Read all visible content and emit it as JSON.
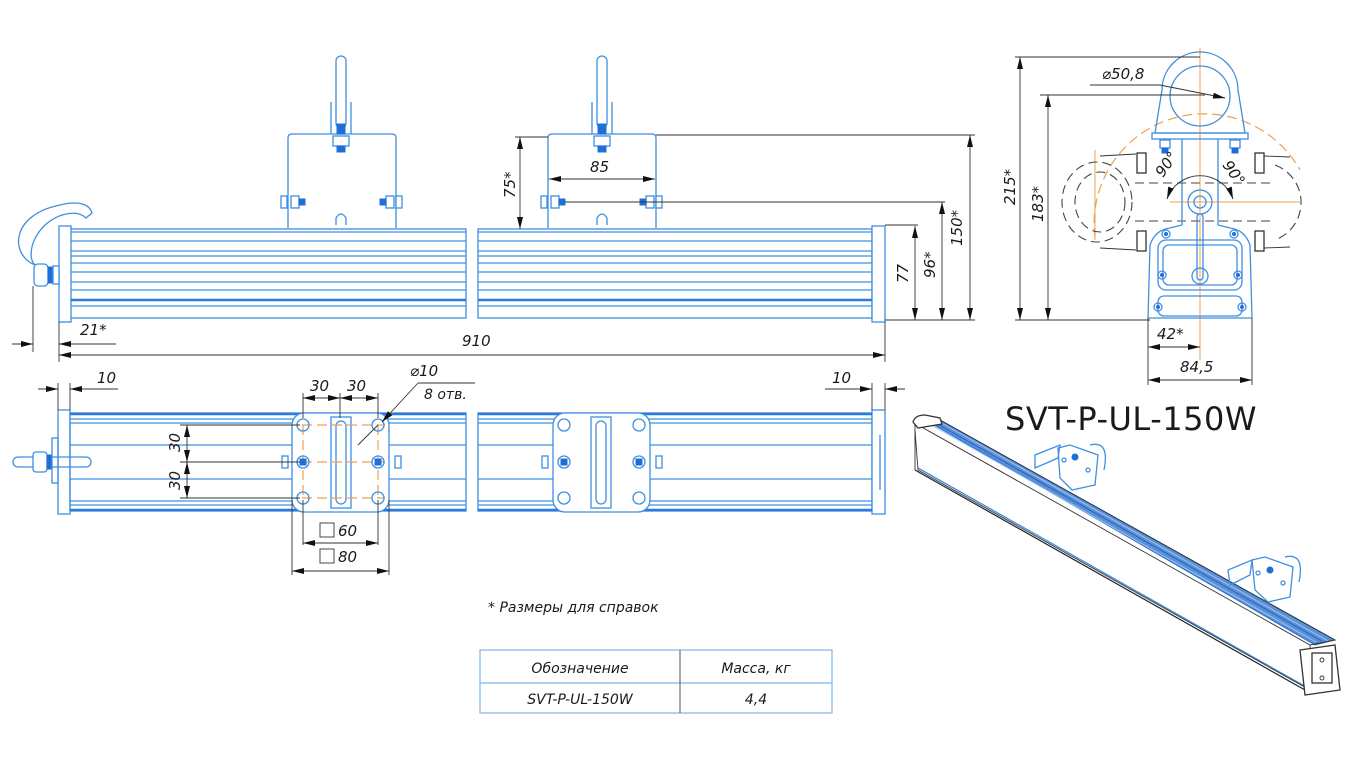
{
  "drawing": {
    "model_title": "SVT-P-UL-150W",
    "line_color": "#3f8fe0",
    "centerline_color": "#f0a050",
    "dimension_color": "#333333",
    "front_view": {
      "dims": {
        "overall_length": "910",
        "gland_offset": "21*",
        "bracket_height": "75*",
        "bracket_width": "85",
        "body_height": "77",
        "end_height": "96*",
        "total_height": "150*"
      }
    },
    "side_view": {
      "dims": {
        "pipe_diameter": "⌀50,8",
        "overall_height": "215*",
        "pivot_height": "183*",
        "half_width": "42*",
        "width": "84,5",
        "angle_left": "90°",
        "angle_right": "90°"
      }
    },
    "top_view": {
      "dims": {
        "end_cap_left": "10",
        "end_cap_right": "10",
        "hole_spacing_x1": "30",
        "hole_spacing_x2": "30",
        "hole_spacing_y1": "30",
        "hole_spacing_y2": "30",
        "hole_diameter": "⌀10",
        "hole_count": "8 отв.",
        "square_inner": "60",
        "square_outer": "80"
      }
    },
    "note": "* Размеры для справок"
  },
  "spec_table": {
    "headers": [
      "Обозначение",
      "Масса, кг"
    ],
    "rows": [
      [
        "SVT-P-UL-150W",
        "4,4"
      ]
    ]
  }
}
